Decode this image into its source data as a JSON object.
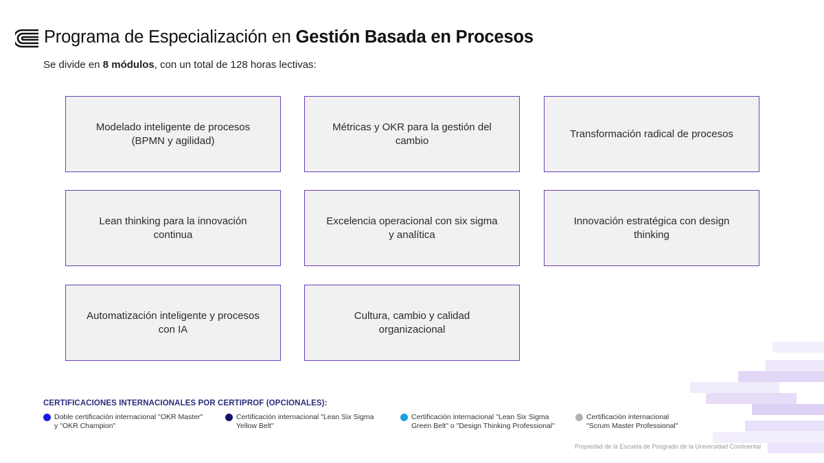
{
  "header": {
    "logo_icon": "book-stack-logo-icon",
    "title_prefix": "Programa de Especialización en ",
    "title_emphasis": "Gestión Basada en Procesos",
    "subtitle_before": "Se divide en ",
    "subtitle_bold": "8 módulos",
    "subtitle_after": ", con un total de 128 horas lectivas:"
  },
  "modules": [
    "Modelado inteligente de procesos (BPMN y agilidad)",
    "Métricas y OKR para la gestión del cambio",
    "Transformación radical de procesos",
    "Lean thinking para la innovación continua",
    "Excelencia operacional con six sigma y analítica",
    "Innovación estratégica con design thinking",
    "Automatización inteligente y procesos con IA",
    "Cultura, cambio y calidad organizacional"
  ],
  "certifications": {
    "heading": "CERTIFICACIONES INTERNACIONALES POR CERTIPROF (OPCIONALES):",
    "items": [
      {
        "text": "Doble certificación internacional \"OKR Master\"\ny \"OKR Champion\"",
        "color": "#1a1ae6"
      },
      {
        "text": "Certificación internacional \"Lean Six Sigma\nYellow Belt\"",
        "color": "#12126b"
      },
      {
        "text": "Certificación internacional \"Lean Six Sigma\nGreen Belt\" o \"Design Thinking Professional\"",
        "color": "#1a9fe0"
      },
      {
        "text": "Certificación internacional\n\"Scrum Master Professional\"",
        "color": "#b3b3b3"
      }
    ]
  },
  "footer": {
    "note": "Propiedad de la Escuela de Posgrado de la Universidad Continental"
  },
  "colors": {
    "module_border": "#6b3fb6",
    "module_fill": "#f1f1f2",
    "heading_navy": "#2b2c7c",
    "deco_light": "#f1ecfb",
    "deco_mid": "#e3d7f7"
  }
}
